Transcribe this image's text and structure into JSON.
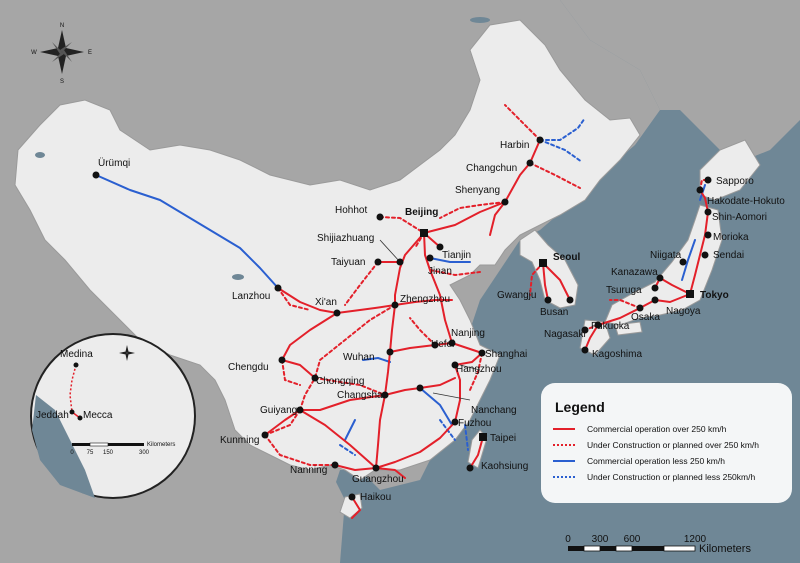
{
  "compass": {
    "n": "N",
    "s": "S",
    "e": "E",
    "w": "W",
    "icon": "compass-rose-icon"
  },
  "cities": [
    {
      "id": "urumqi",
      "name": "Ürümqi"
    },
    {
      "id": "lanzhou",
      "name": "Lanzhou"
    },
    {
      "id": "xian",
      "name": "Xi'an"
    },
    {
      "id": "chengdu",
      "name": "Chengdu"
    },
    {
      "id": "chongqing",
      "name": "Chongqing"
    },
    {
      "id": "kunming",
      "name": "Kunming"
    },
    {
      "id": "guiyang",
      "name": "Guiyang"
    },
    {
      "id": "nanning",
      "name": "Nanning"
    },
    {
      "id": "guangzhou",
      "name": "Guangzhou"
    },
    {
      "id": "haikou",
      "name": "Haikou"
    },
    {
      "id": "changsha",
      "name": "Changsha"
    },
    {
      "id": "wuhan",
      "name": "Wuhan"
    },
    {
      "id": "zhengzhou",
      "name": "Zhengzhou"
    },
    {
      "id": "taiyuan",
      "name": "Taiyuan"
    },
    {
      "id": "shijiazhuang",
      "name": "Shijiazhuang"
    },
    {
      "id": "hohhot",
      "name": "Hohhot"
    },
    {
      "id": "beijing",
      "name": "Beijing"
    },
    {
      "id": "tianjin",
      "name": "Tianjin"
    },
    {
      "id": "jinan",
      "name": "Jinan"
    },
    {
      "id": "shenyang",
      "name": "Shenyang"
    },
    {
      "id": "changchun",
      "name": "Changchun"
    },
    {
      "id": "harbin",
      "name": "Harbin"
    },
    {
      "id": "nanjing",
      "name": "Nanjing"
    },
    {
      "id": "hefei",
      "name": "Hefei"
    },
    {
      "id": "shanghai",
      "name": "Shanghai"
    },
    {
      "id": "hangzhou",
      "name": "Hangzhou"
    },
    {
      "id": "nanchang",
      "name": "Nanchang"
    },
    {
      "id": "fuzhou",
      "name": "Fuzhou"
    },
    {
      "id": "taipei",
      "name": "Taipei"
    },
    {
      "id": "kaohsiung",
      "name": "Kaohsiung"
    },
    {
      "id": "seoul",
      "name": "Seoul"
    },
    {
      "id": "gwangju",
      "name": "Gwangju"
    },
    {
      "id": "busan",
      "name": "Busan"
    },
    {
      "id": "sapporo",
      "name": "Sapporo"
    },
    {
      "id": "hakodate",
      "name": "Hakodate-Hokuto"
    },
    {
      "id": "shinaomori",
      "name": "Shin-Aomori"
    },
    {
      "id": "morioka",
      "name": "Morioka"
    },
    {
      "id": "sendai",
      "name": "Sendai"
    },
    {
      "id": "niigata",
      "name": "Niigata"
    },
    {
      "id": "kanazawa",
      "name": "Kanazawa"
    },
    {
      "id": "tsuruga",
      "name": "Tsuruga"
    },
    {
      "id": "tokyo",
      "name": "Tokyo"
    },
    {
      "id": "osaka",
      "name": "Osaka"
    },
    {
      "id": "nagoya",
      "name": "Nagoya"
    },
    {
      "id": "fukuoka",
      "name": "Fukuoka"
    },
    {
      "id": "nagasaki",
      "name": "Nagasaki"
    },
    {
      "id": "kagoshima",
      "name": "Kagoshima"
    }
  ],
  "inset": {
    "cities": [
      {
        "id": "medina",
        "name": "Medina"
      },
      {
        "id": "jeddah",
        "name": "Jeddah"
      },
      {
        "id": "mecca",
        "name": "Mecca"
      }
    ],
    "scale_ticks": [
      "0",
      "75",
      "150",
      "300"
    ],
    "scale_unit": "Kilometers"
  },
  "legend": {
    "title": "Legend",
    "items": [
      {
        "label": "Commercial operation over 250 km/h",
        "color": "#e3202a",
        "style": "solid"
      },
      {
        "label": "Under Construction or planned over 250 km/h",
        "color": "#e3202a",
        "style": "dotted"
      },
      {
        "label": "Commercial operation less 250 km/h",
        "color": "#2a5fd0",
        "style": "solid"
      },
      {
        "label": "Under Construction or planned less 250km/h",
        "color": "#2a5fd0",
        "style": "dotted"
      }
    ]
  },
  "scale": {
    "ticks": [
      "0",
      "300",
      "600",
      "1200"
    ],
    "unit": "Kilometers"
  },
  "colors": {
    "sea": "#6f8796",
    "land_focus": "#ededed",
    "land_other": "#a6a6a6",
    "high_speed": "#e3202a",
    "conventional": "#2a5fd0"
  }
}
